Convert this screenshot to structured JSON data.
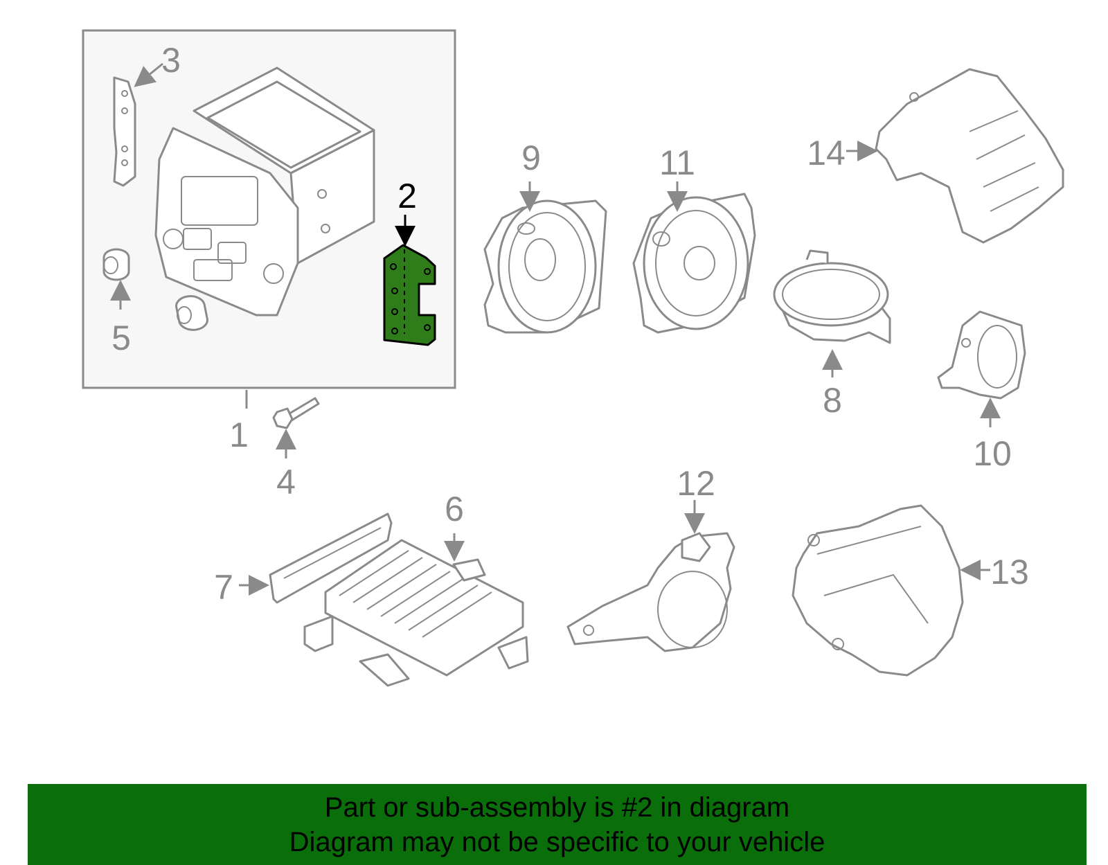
{
  "callouts": {
    "c1": "1",
    "c2": "2",
    "c3": "3",
    "c4": "4",
    "c5": "5",
    "c6": "6",
    "c7": "7",
    "c8": "8",
    "c9": "9",
    "c10": "10",
    "c11": "11",
    "c12": "12",
    "c13": "13",
    "c14": "14"
  },
  "highlight": {
    "part": "2",
    "color": "#2e7d1a"
  },
  "banner": {
    "line1": "Part or sub-assembly is #2 in diagram",
    "line2": "Diagram may not be specific to your vehicle",
    "background": "#0a6e0a"
  }
}
